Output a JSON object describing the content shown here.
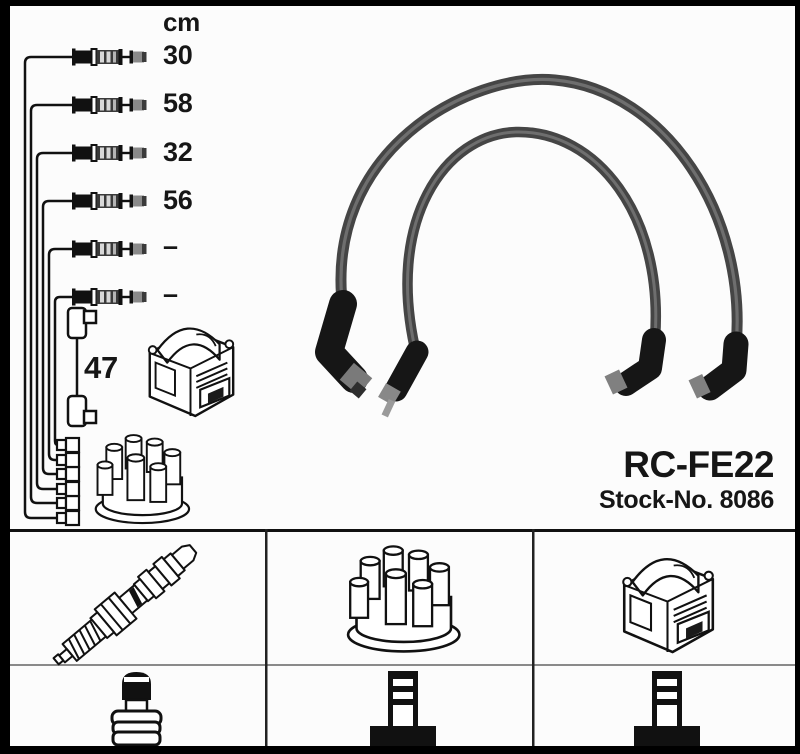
{
  "product": {
    "model": "RC-FE22",
    "stock_no": "Stock-No. 8086"
  },
  "length_chart": {
    "unit": "cm",
    "cable_lengths": [
      "30",
      "58",
      "32",
      "56",
      "–",
      "–"
    ],
    "coil_cable_length": "47"
  },
  "parts_grid": {
    "row1_icons": [
      "spark-plug-icon",
      "distributor-cap-icon",
      "ignition-coil-icon"
    ],
    "row2_icons": [
      "plug-terminal-icon",
      "din-terminal-icon",
      "din-terminal-icon"
    ]
  },
  "colors": {
    "ink": "#161616",
    "cable_gray": "#454545",
    "divider_gray": "#8a8a8a",
    "frame_black": "#000000"
  }
}
